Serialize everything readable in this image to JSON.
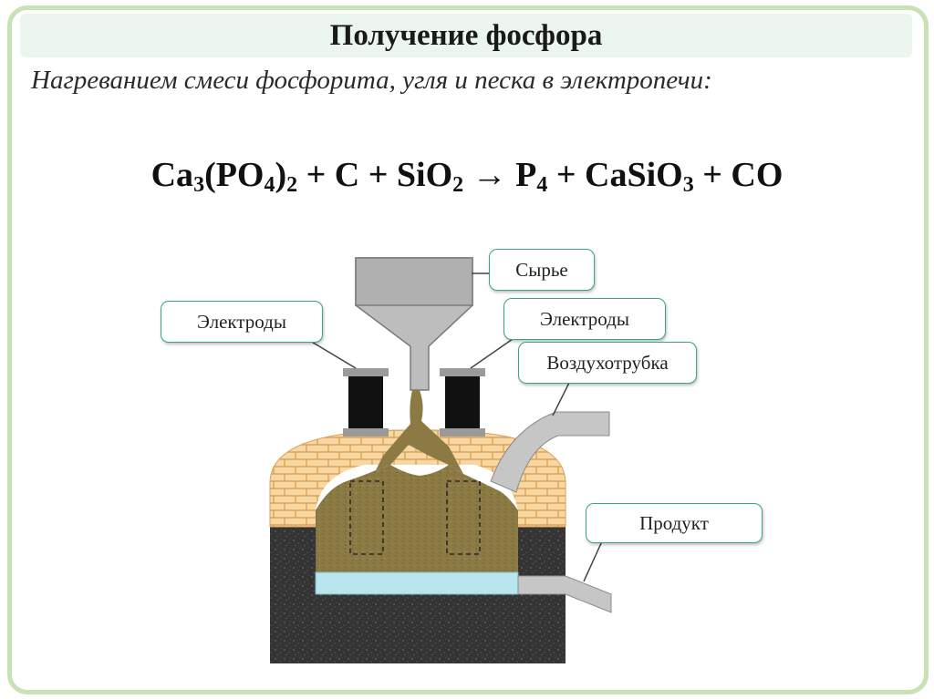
{
  "title": "Получение фосфора",
  "subtitle": "Нагреванием смеси фосфорита, угля и песка в электропечи:",
  "equation": {
    "parts": [
      {
        "t": "Ca",
        "s": "3"
      },
      {
        "t": "(PO",
        "s": "4"
      },
      {
        "t": ")",
        "s": "2"
      },
      {
        "t": " + C + SiO",
        "s": "2"
      },
      {
        "t": " → P",
        "s": "4"
      },
      {
        "t": " + CaSiO",
        "s": "3"
      },
      {
        "t": " + CO",
        "s": ""
      }
    ]
  },
  "labels": {
    "raw_material": "Сырье",
    "electrodes_left": "Электроды",
    "electrodes_right": "Электроды",
    "air_pipe": "Воздухотрубка",
    "product": "Продукт"
  },
  "colors": {
    "frame": "#c7e3b3",
    "title_bg": "#eaf6ee",
    "callout_border": "#3aa38d",
    "charge": "#8c7a45",
    "slag_liquid": "#b9e6ec",
    "furnace_body": "#3a3a3a",
    "brick": "#f6d7a6",
    "hopper": "#bdbdbd"
  }
}
